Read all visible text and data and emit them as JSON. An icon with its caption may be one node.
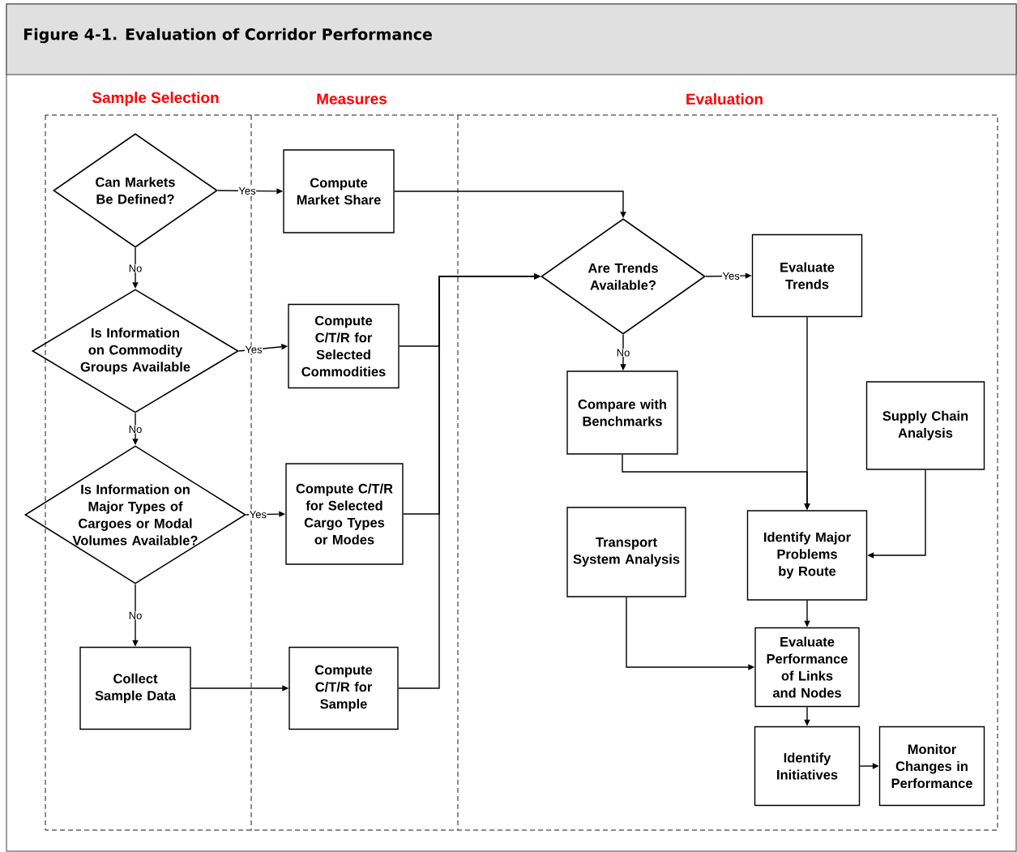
{
  "diagram": {
    "title": "Figure 4-1. Evaluation of Corridor Performance",
    "nodes": [
      {
        "text": [
          "Can Markets Be Defined?"
        ]
      },
      {
        "text": [
          "Compute Market Share"
        ]
      },
      {
        "text": [
          "Is Information on Commodity Groups Available"
        ]
      },
      {
        "text": [
          "Compute C/T/R for Selected Commodities"
        ]
      },
      {
        "text": [
          "Is Information on Major Types of Cargoes or Modal Volumes Available?"
        ]
      },
      {
        "text": [
          "Compute C/T/R for Selected Cargo Types or Modes"
        ]
      },
      {
        "text": [
          "Collect Sample Data"
        ]
      },
      {
        "text": [
          "Compute C/T/R for Sample"
        ]
      },
      {
        "text": [
          "Are Trends Available?"
        ]
      },
      {
        "text": [
          "Evaluate Trends"
        ]
      },
      {
        "text": [
          "Compare with Benchmarks"
        ]
      },
      {
        "text": [
          "Supply Chain Analysis"
        ]
      },
      {
        "text": [
          "Transport System Analysis"
        ]
      },
      {
        "text": [
          "Identify Major Problems by Route"
        ]
      },
      {
        "text": [
          "Evaluate Performance of Links and Nodes"
        ]
      },
      {
        "text": [
          "Identify Initiatives"
        ]
      },
      {
        "text": [
          "Monitor Changes in Performance"
        ]
      }
    ],
    "edges": [
      {
        "from": 0,
        "to": 1,
        "arrow": "to",
        "label": "Yes"
      },
      {
        "from": 0,
        "to": 2,
        "arrow": "to",
        "label": "No"
      },
      {
        "from": 2,
        "to": 3,
        "arrow": "to",
        "label": "Yes"
      },
      {
        "from": 2,
        "to": 4,
        "arrow": "to",
        "label": "No"
      },
      {
        "from": 4,
        "to": 5,
        "arrow": "to",
        "label": "Yes"
      },
      {
        "from": 4,
        "to": 6,
        "arrow": "to",
        "label": "No"
      },
      {
        "from": 6,
        "to": 7,
        "arrow": "to"
      },
      {
        "from": 1,
        "to": 8,
        "arrow": "to"
      },
      {
        "from": 3,
        "to": 8,
        "arrow": "to"
      },
      {
        "from": 5,
        "to": 8,
        "arrow": "to"
      },
      {
        "from": 7,
        "to": 8,
        "arrow": "to"
      },
      {
        "from": 8,
        "to": 9,
        "arrow": "to",
        "label": "Yes"
      },
      {
        "from": 8,
        "to": 10,
        "arrow": "to",
        "label": "No"
      },
      {
        "from": 9,
        "to": 13,
        "arrow": "to"
      },
      {
        "from": 10,
        "to": 13,
        "arrow": "to"
      },
      {
        "from": 11,
        "to": 13,
        "arrow": "to"
      },
      {
        "from": 13,
        "to": 14,
        "arrow": "to"
      },
      {
        "from": 12,
        "to": 14,
        "arrow": "to"
      },
      {
        "from": 14,
        "to": 15,
        "arrow": "to"
      },
      {
        "from": 15,
        "to": 16,
        "arrow": "to"
      }
    ],
    "labels": [
      "Sample Selection",
      "Measures",
      "Evaluation"
    ]
  }
}
